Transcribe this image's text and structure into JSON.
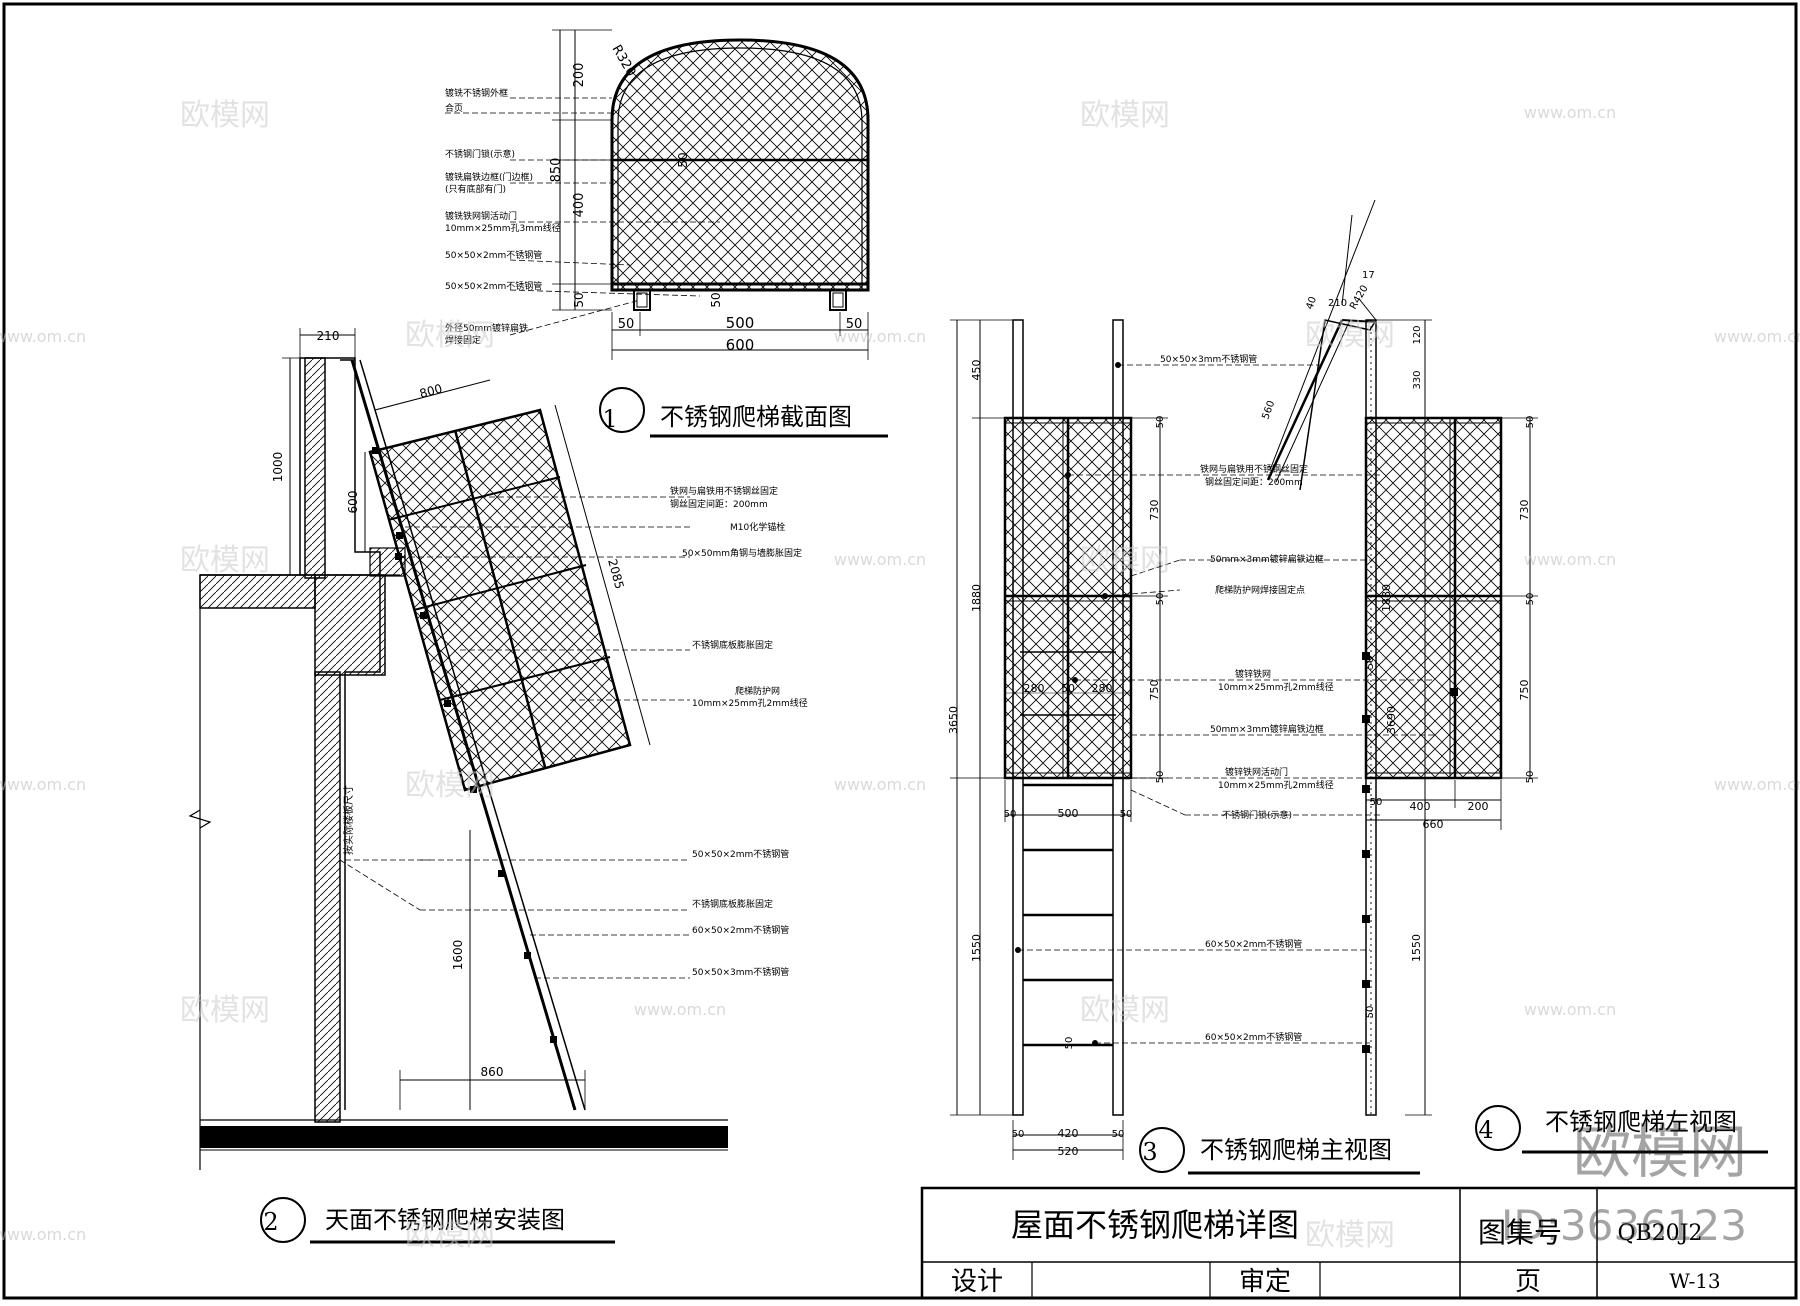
{
  "views": {
    "v1": {
      "num": "1",
      "title": "不锈钢爬梯截面图"
    },
    "v2": {
      "num": "2",
      "title": "天面不锈钢爬梯安装图"
    },
    "v3": {
      "num": "3",
      "title": "不锈钢爬梯主视图"
    },
    "v4": {
      "num": "4",
      "title": "不锈钢爬梯左视图"
    }
  },
  "dims": {
    "v1": {
      "r320": "R320",
      "d200": "200",
      "d850": "850",
      "d400": "400",
      "d50a": "50",
      "d50b": "50",
      "d50c": "50",
      "d50d": "50",
      "d500": "500",
      "d50e": "50",
      "d600": "600"
    },
    "v2": {
      "d210": "210",
      "d800": "800",
      "d1000": "1000",
      "d600": "600",
      "d2085": "2085",
      "d1600": "1600",
      "d860": "860",
      "vert": "按实际楼板尺寸"
    },
    "v3": {
      "d450": "450",
      "d1880": "1880",
      "d3650": "3650",
      "d1550": "1550",
      "d730a": "730",
      "d750a": "750",
      "d50a": "50",
      "d50b": "50",
      "d50c": "50",
      "d280a": "280",
      "d50d": "50",
      "d280b": "280",
      "d500": "500",
      "d50e": "50",
      "d50f": "50",
      "d50g": "50",
      "d50h": "50",
      "d420": "420",
      "d520": "520",
      "d50i": "50"
    },
    "v4": {
      "d17": "17",
      "d210": "210",
      "r420": "R420",
      "d40": "40",
      "d560": "560",
      "d120": "120",
      "d330": "330",
      "d730a": "730",
      "d750a": "750",
      "d50a": "50",
      "d50b": "50",
      "d50c": "50",
      "d1880": "1880",
      "d3690": "3690",
      "d1550": "1550",
      "d50d": "50",
      "d400": "400",
      "d200": "200",
      "d660": "660",
      "d50e": "50",
      "d50f": "50"
    }
  },
  "notes": {
    "v1": [
      "镀铣不锈钢外框",
      "合页",
      "不锈钢门锁(示意)",
      "镀铣扁铁边框(门边框)",
      "(只有底部有门)",
      "镀铣铁网钢活动门",
      "10mm×25mm孔3mm线径",
      "50×50×2mm不锈钢管",
      "50×50×2mm不锈钢管",
      "外径50mm镀锌扁铁",
      "焊接固定"
    ],
    "v2": [
      "铁网与扁铁用不锈钢丝固定",
      "钢丝固定间距：200mm",
      "M10化学锚栓",
      "50×50mm角钢与墙膨胀固定",
      "不锈钢底板膨胀固定",
      "爬梯防护网",
      "10mm×25mm孔2mm线径",
      "50×50×2mm不锈钢管",
      "不锈钢底板膨胀固定",
      "60×50×2mm不锈钢管",
      "50×50×3mm不锈钢管"
    ],
    "v3": [
      "50×50×3mm不锈钢管",
      "铁网与扁铁用不锈钢丝固定",
      "钢丝固定间距：200mm",
      "50mm×3mm镀锌扁铁边框",
      "爬梯防护网焊接固定点",
      "镀锌铁网",
      "10mm×25mm孔2mm线径",
      "50mm×3mm镀锌扁铁边框",
      "镀锌铁网活动门",
      "10mm×25mm孔2mm线径",
      "不锈钢门锁(示意)",
      "60×50×2mm不锈钢管",
      "60×50×2mm不锈钢管"
    ]
  },
  "title_block": {
    "title": "屋面不锈钢爬梯详图",
    "set_label": "图集号",
    "set_value": "QB20J2",
    "design_label": "设计",
    "review_label": "审定",
    "page_label": "页",
    "page_value": "W-13"
  },
  "watermark": {
    "logo": "欧模网",
    "id": "ID:3636123",
    "site": "www.om.cn"
  }
}
